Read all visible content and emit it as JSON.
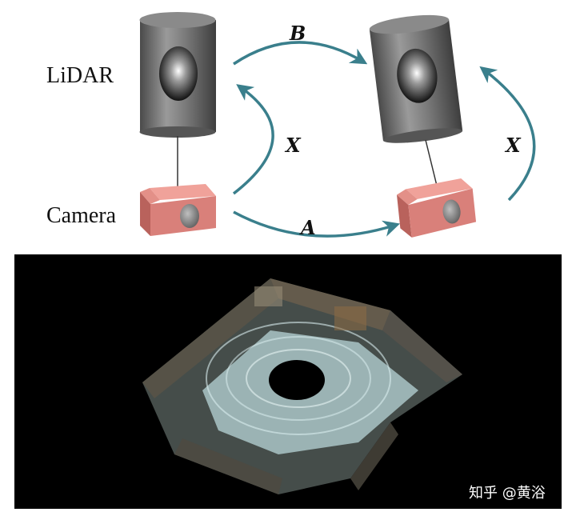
{
  "labels": {
    "lidar": "LiDAR",
    "camera": "Camera"
  },
  "transforms": {
    "a": "A",
    "b": "B",
    "x_left": "X",
    "x_right": "X"
  },
  "watermark": "知乎 @黄浴",
  "colors": {
    "arrow": "#3a7f8c",
    "camera_body": "#d9807a",
    "lidar_body": "#6f6f6f",
    "background_cloud": "#000000"
  },
  "icons": {
    "lidar": "cylinder-sensor-icon",
    "camera": "box-camera-icon"
  }
}
